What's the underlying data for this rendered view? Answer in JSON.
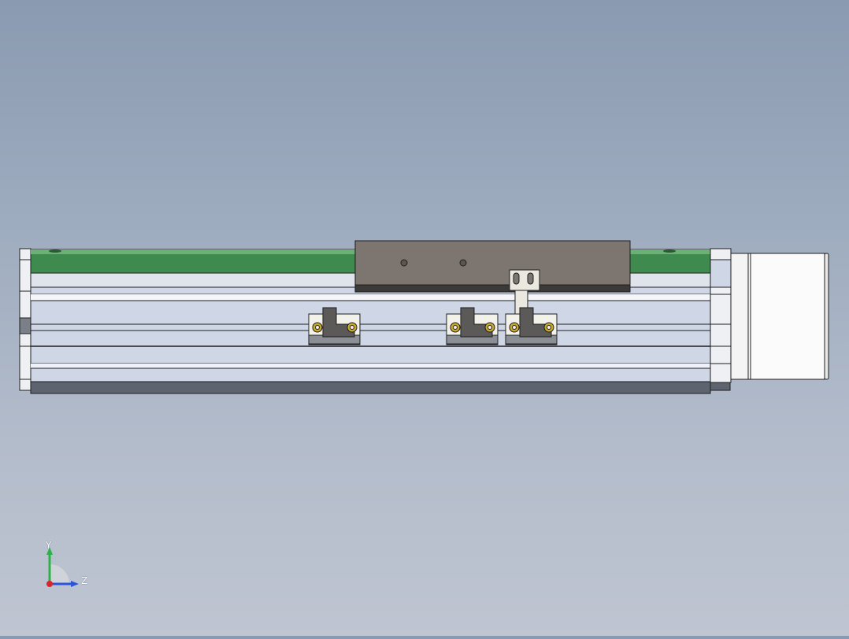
{
  "viewport": {
    "background_top": "#8a9ab0",
    "background_bottom": "#bfc5d1"
  },
  "model": {
    "rail_color": "#cfd6e6",
    "belt_cover_color": "#3f8a4f",
    "carriage_color": "#7d7670",
    "base_color": "#5e646f",
    "motor_color": "#f4f4f4",
    "bearing_color": "#c9a82a",
    "sensor_block_count": 3
  },
  "triad": {
    "y_label": "Y",
    "z_label": "Z",
    "y_color": "#2fb14a",
    "z_color": "#2a55d8",
    "x_color": "#d8242a"
  }
}
